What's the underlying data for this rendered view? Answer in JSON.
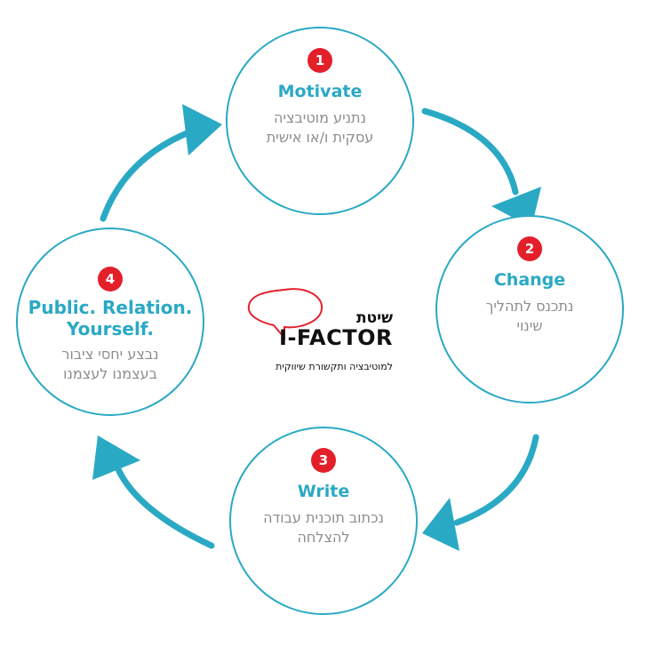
{
  "colors": {
    "accent": "#2aa9c4",
    "badge": "#e3202a",
    "text_gray": "#8d8d8d",
    "logo_red": "#e3202a",
    "logo_text": "#111111"
  },
  "steps": [
    {
      "number": "1",
      "title": "Motivate",
      "desc1": "נתניע מוטיבציה",
      "desc2": "עסקית ו/או אישית"
    },
    {
      "number": "2",
      "title": "Change",
      "desc1": "נתכנס לתהליך",
      "desc2": "שינוי"
    },
    {
      "number": "3",
      "title": "Write",
      "desc1": "נכתוב תוכנית עבודה",
      "desc2": "להצלחה"
    },
    {
      "number": "4",
      "title1": "Public. Relation.",
      "title2": "Yourself.",
      "desc1": "נבצע יחסי ציבור",
      "desc2": "בעצמנו לעצמנו"
    }
  ],
  "logo": {
    "hebrew_label": "שיטת",
    "name": "I-FACTOR",
    "tagline": "למוטיבציה ותקשורת שיווקית",
    "icon": "speech-bubble-icon"
  }
}
